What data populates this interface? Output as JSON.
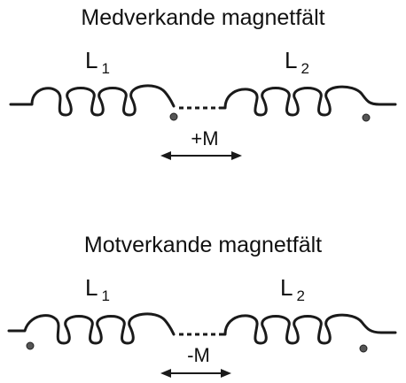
{
  "sections": [
    {
      "title": "Medverkande magnetfält",
      "coil1": {
        "letter": "L",
        "sub": "1"
      },
      "coil2": {
        "letter": "L",
        "sub": "2"
      },
      "mutual_label": "+M"
    },
    {
      "title": "Motverkande magnetfält",
      "coil1": {
        "letter": "L",
        "sub": "1"
      },
      "coil2": {
        "letter": "L",
        "sub": "2"
      },
      "mutual_label": "-M"
    }
  ]
}
